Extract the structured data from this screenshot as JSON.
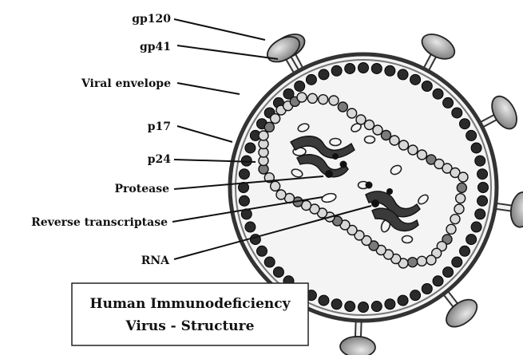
{
  "labels": {
    "gp120": "gp120",
    "gp41": "gp41",
    "viral_envelope": "Viral envelope",
    "p17": "p17",
    "p24": "p24",
    "protease": "Protease",
    "reverse_transcriptase": "Reverse transcriptase",
    "rna": "RNA"
  },
  "caption": {
    "line1": "Human Immunodeficiency",
    "line2": "Virus - Structure"
  },
  "colors": {
    "envelope": "#5a5a5a",
    "dark_bead": "#2a2a2a",
    "light_bead": "#d8d8d8",
    "spike": "#9a9a9a",
    "ink": "#111111"
  }
}
